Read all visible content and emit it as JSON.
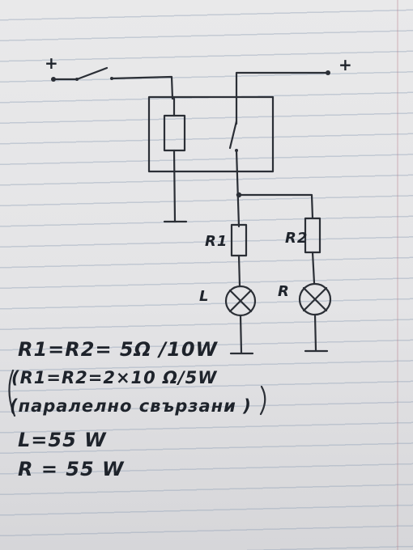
{
  "diagram": {
    "plus_left": "+",
    "plus_right": "+",
    "r1_label": "R1",
    "r2_label": "R2",
    "lamp_left_label": "L",
    "lamp_right_label": "R"
  },
  "notes": {
    "line1": "R1=R2= 5Ω /10W",
    "line2": "(R1=R2=2×10 Ω/5W",
    "line3": "(паралелно свързани )",
    "line4": "L=55 W",
    "line5": "R = 55 W"
  }
}
